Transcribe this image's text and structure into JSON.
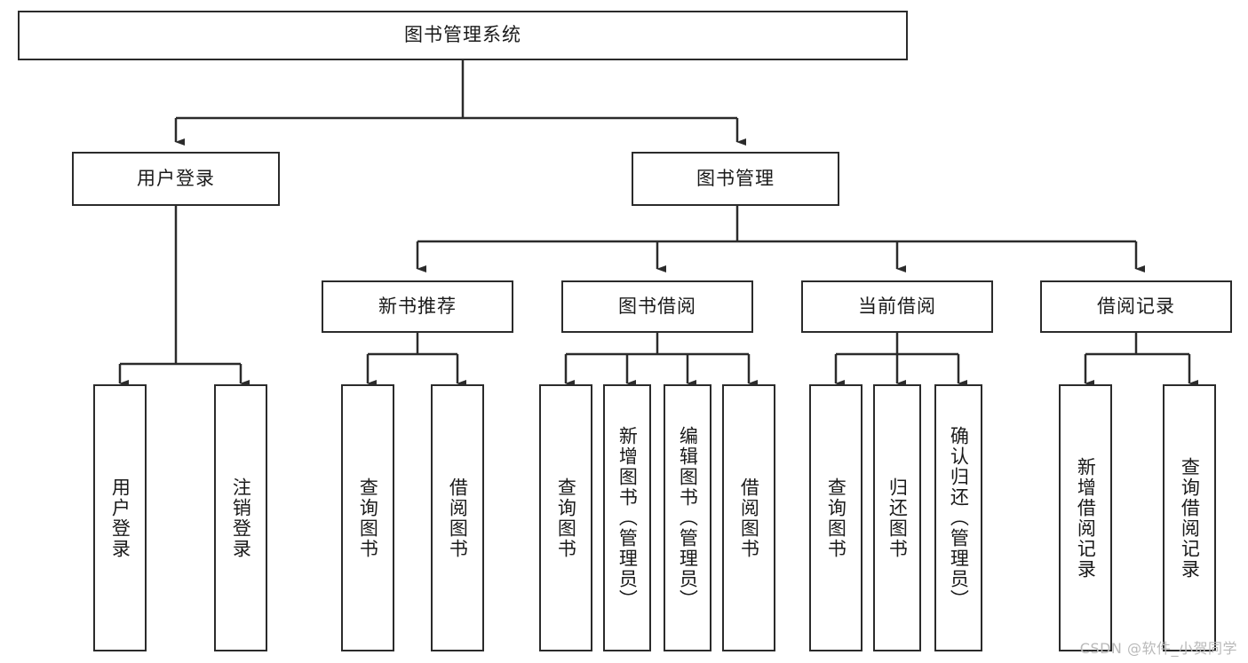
{
  "diagram": {
    "title": "图书管理系统",
    "type": "tree",
    "colors": {
      "box_border": "#2b2b2b",
      "box_fill": "#ffffff",
      "line": "#2b2b2b",
      "text": "#1a1a1a",
      "watermark": "#b9b9b9"
    },
    "root": {
      "label": "图书管理系统"
    },
    "level2": [
      {
        "label": "用户登录"
      },
      {
        "label": "图书管理"
      }
    ],
    "level3": [
      {
        "label": "新书推荐"
      },
      {
        "label": "图书借阅"
      },
      {
        "label": "当前借阅"
      },
      {
        "label": "借阅记录"
      }
    ],
    "leaves": {
      "user_login": [
        {
          "label": "用户登录"
        },
        {
          "label": "注销登录"
        }
      ],
      "new_book_recommend": [
        {
          "label": "查询图书"
        },
        {
          "label": "借阅图书"
        }
      ],
      "book_borrow": [
        {
          "label": "查询图书"
        },
        {
          "label": "新增图书（管理员）"
        },
        {
          "label": "编辑图书（管理员）"
        },
        {
          "label": "借阅图书"
        }
      ],
      "current_borrow": [
        {
          "label": "查询图书"
        },
        {
          "label": "归还图书"
        },
        {
          "label": "确认归还（管理员）"
        }
      ],
      "borrow_record": [
        {
          "label": "新增借阅记录"
        },
        {
          "label": "查询借阅记录"
        }
      ]
    }
  },
  "watermark": {
    "text": "CSDN @软件_小贺同学"
  }
}
